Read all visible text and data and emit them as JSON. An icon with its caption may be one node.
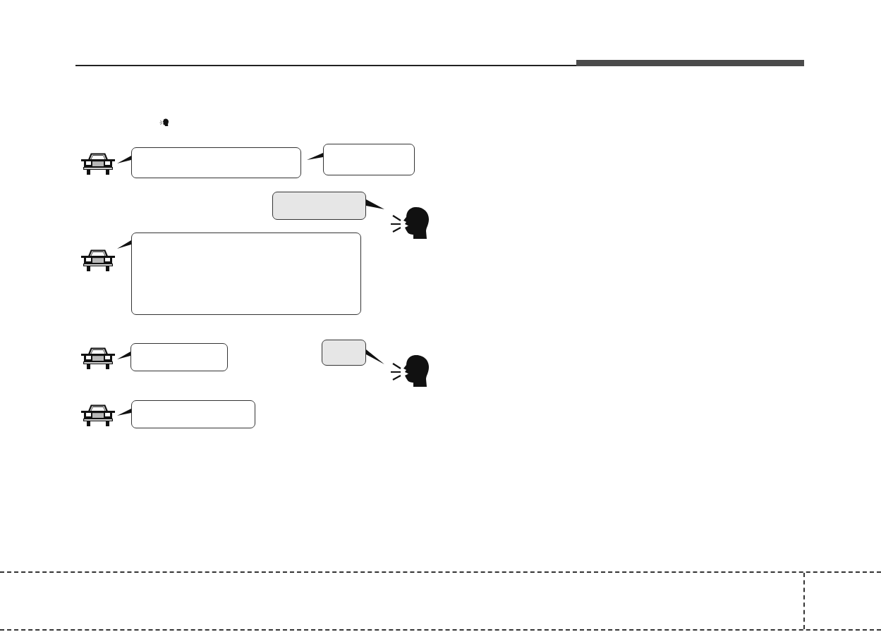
{
  "diagram": {
    "nodes": [
      {
        "text": [],
        "shape": "picture"
      },
      {
        "text": [],
        "shape": "box"
      },
      {
        "text": [],
        "shape": "box"
      },
      {
        "text": [],
        "shape": "box"
      },
      {
        "text": [],
        "shape": "person"
      },
      {
        "text": [],
        "shape": "picture"
      },
      {
        "text": [],
        "shape": "box"
      },
      {
        "text": [],
        "shape": "picture"
      },
      {
        "text": [],
        "shape": "box"
      },
      {
        "text": [],
        "shape": "box"
      },
      {
        "text": [],
        "shape": "person"
      },
      {
        "text": [],
        "shape": "picture"
      },
      {
        "text": [],
        "shape": "box"
      }
    ],
    "edges": [
      {
        "from": 1,
        "to": 0,
        "arrow": "none"
      },
      {
        "from": 2,
        "to": 1,
        "arrow": "none"
      },
      {
        "from": 3,
        "to": 4,
        "arrow": "none"
      },
      {
        "from": 6,
        "to": 5,
        "arrow": "none"
      },
      {
        "from": 8,
        "to": 7,
        "arrow": "none"
      },
      {
        "from": 9,
        "to": 10,
        "arrow": "none"
      },
      {
        "from": 12,
        "to": 11,
        "arrow": "none"
      }
    ]
  }
}
